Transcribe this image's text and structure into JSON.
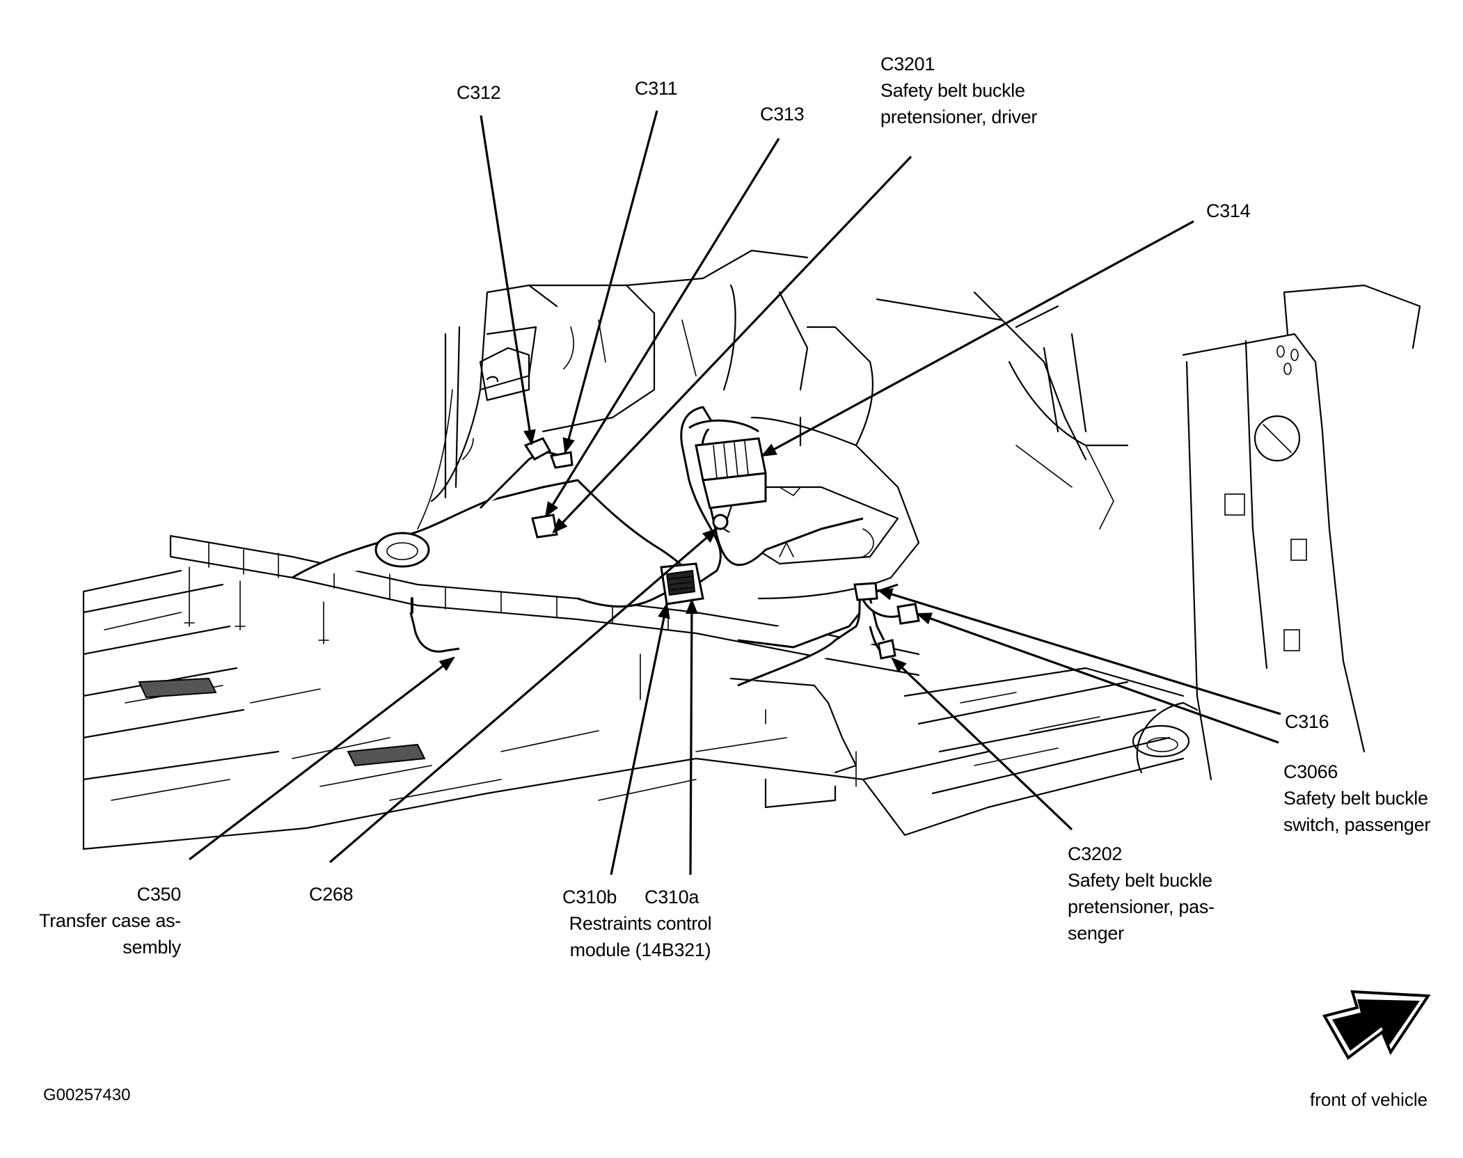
{
  "figure": {
    "id_code": "G00257430",
    "orientation_label": "front of vehicle",
    "orientation_icon": "front-direction-arrow-icon"
  },
  "callouts": {
    "c312": {
      "code": "C312",
      "desc": []
    },
    "c311": {
      "code": "C311",
      "desc": []
    },
    "c313": {
      "code": "C313",
      "desc": []
    },
    "c3201": {
      "code": "C3201",
      "desc": [
        "Safety belt buckle",
        "pretensioner, driver"
      ]
    },
    "c314": {
      "code": "C314",
      "desc": []
    },
    "c316": {
      "code": "C316",
      "desc": []
    },
    "c3066": {
      "code": "C3066",
      "desc": [
        "Safety belt buckle",
        "switch, passenger"
      ]
    },
    "c3202": {
      "code": "C3202",
      "desc": [
        "Safety belt buckle",
        "pretensioner, pas-",
        "senger"
      ]
    },
    "c350": {
      "code": "C350",
      "desc": [
        "Transfer case as-",
        "sembly"
      ]
    },
    "c268": {
      "code": "C268",
      "desc": []
    },
    "c310b": {
      "code": "C310b",
      "desc": []
    },
    "c310a": {
      "code": "C310a",
      "desc": []
    },
    "c310_shared_desc": [
      "Restraints control",
      "module (14B321)"
    ]
  }
}
